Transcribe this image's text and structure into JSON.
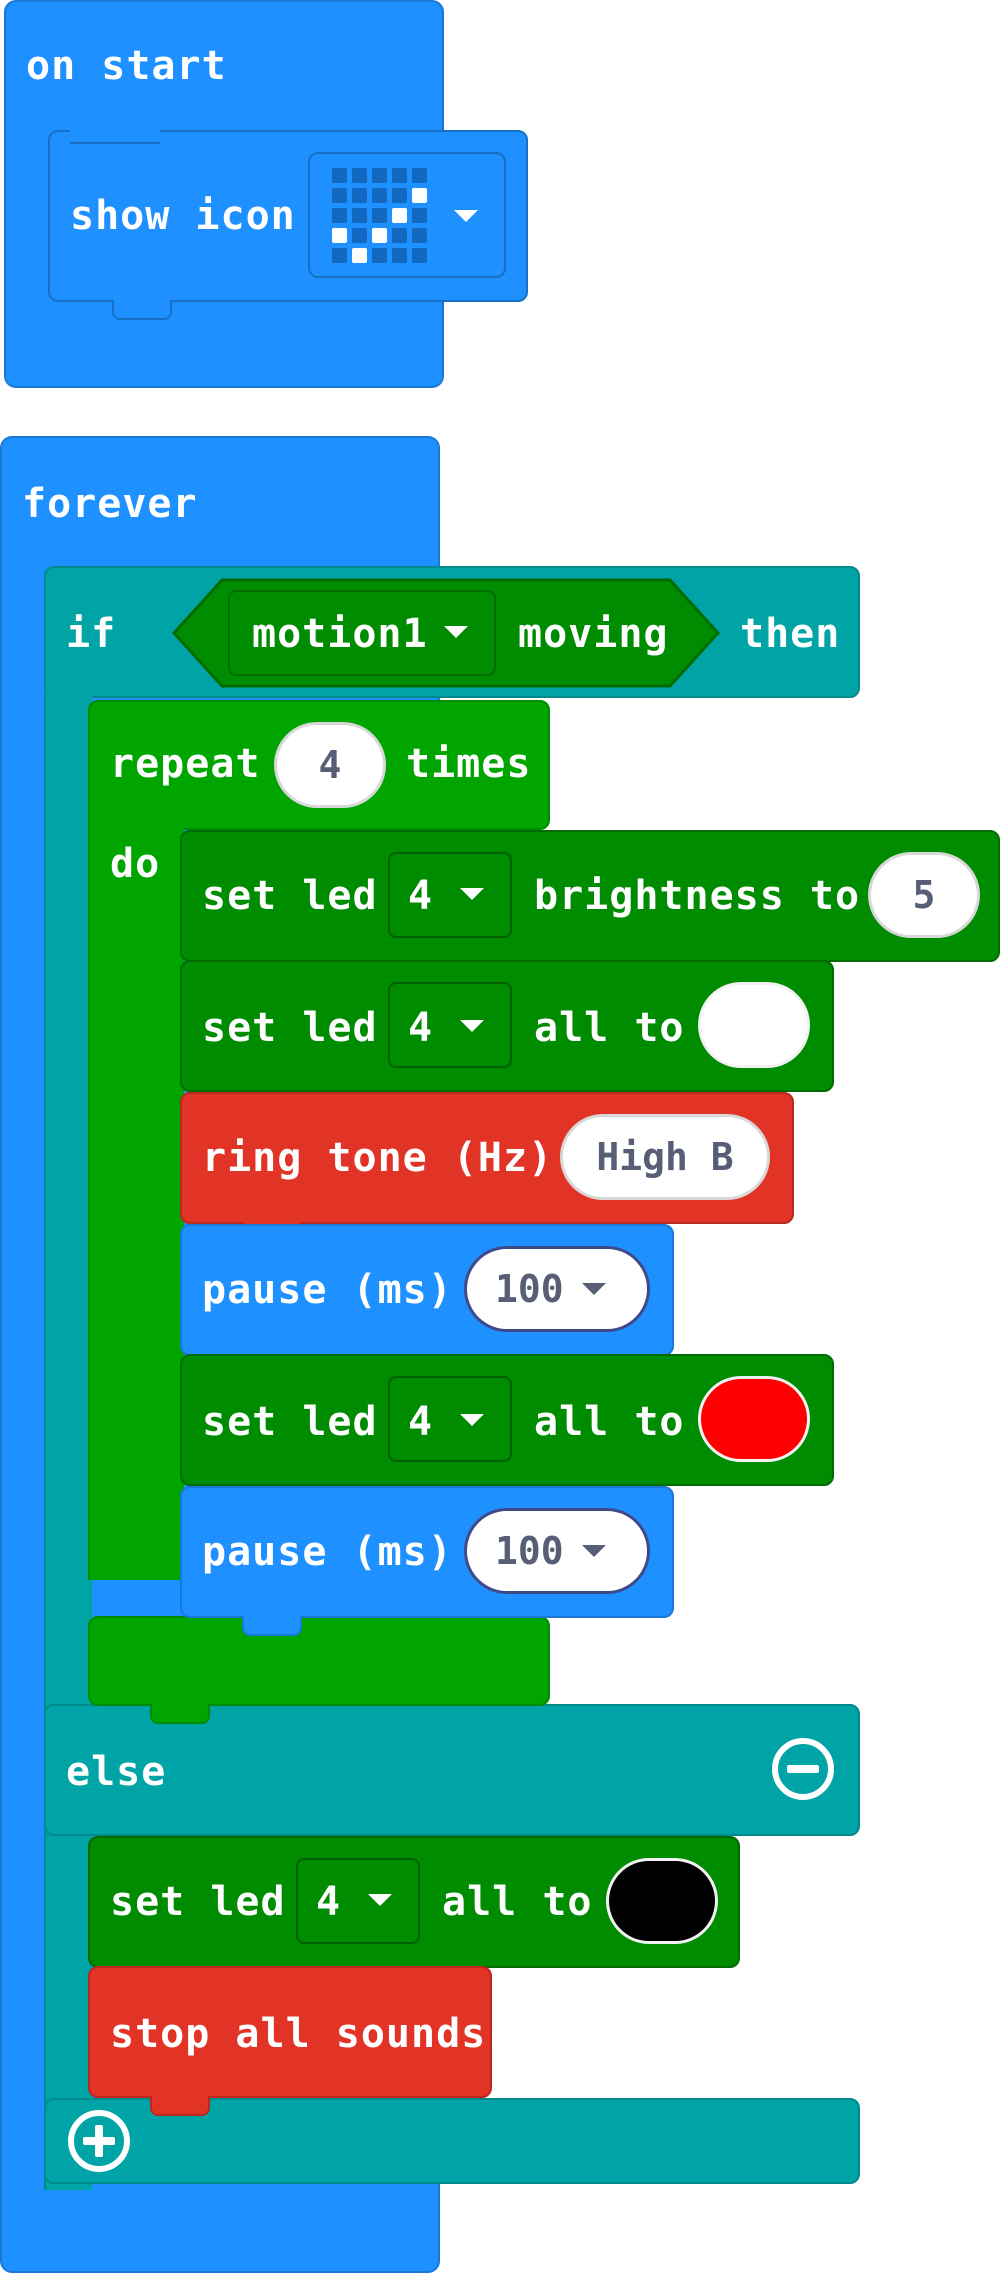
{
  "on_start": {
    "label": "on start",
    "show_icon": {
      "label": "show icon",
      "icon_pattern": [
        [
          0,
          0,
          0,
          0,
          0
        ],
        [
          0,
          0,
          0,
          0,
          1
        ],
        [
          0,
          0,
          0,
          1,
          0
        ],
        [
          1,
          0,
          1,
          0,
          0
        ],
        [
          0,
          1,
          0,
          0,
          0
        ]
      ]
    }
  },
  "forever": {
    "label": "forever",
    "if_label": "if",
    "then_label": "then",
    "else_label": "else",
    "condition": {
      "sensor": "motion1",
      "state": "moving"
    },
    "repeat": {
      "label": "repeat",
      "count": "4",
      "times_label": "times",
      "do_label": "do"
    },
    "set_led_brightness": {
      "label": "set led",
      "led": "4",
      "mid": "brightness to",
      "value": "5"
    },
    "set_led_white": {
      "label": "set led",
      "led": "4",
      "mid": "all to",
      "color": "#ffffff"
    },
    "ring_tone": {
      "label": "ring tone (Hz)",
      "note": "High B"
    },
    "pause1": {
      "label": "pause (ms)",
      "value": "100"
    },
    "set_led_red": {
      "label": "set led",
      "led": "4",
      "mid": "all to",
      "color": "#ff0000"
    },
    "pause2": {
      "label": "pause (ms)",
      "value": "100"
    },
    "else_set_led": {
      "label": "set led",
      "led": "4",
      "mid": "all to",
      "color": "#000000"
    },
    "stop_sounds": {
      "label": "stop all sounds"
    }
  },
  "colors": {
    "blue": "#1e90ff",
    "teal": "#00a4a6",
    "green": "#00a500",
    "dark_green": "#008c00",
    "red": "#e23426"
  }
}
